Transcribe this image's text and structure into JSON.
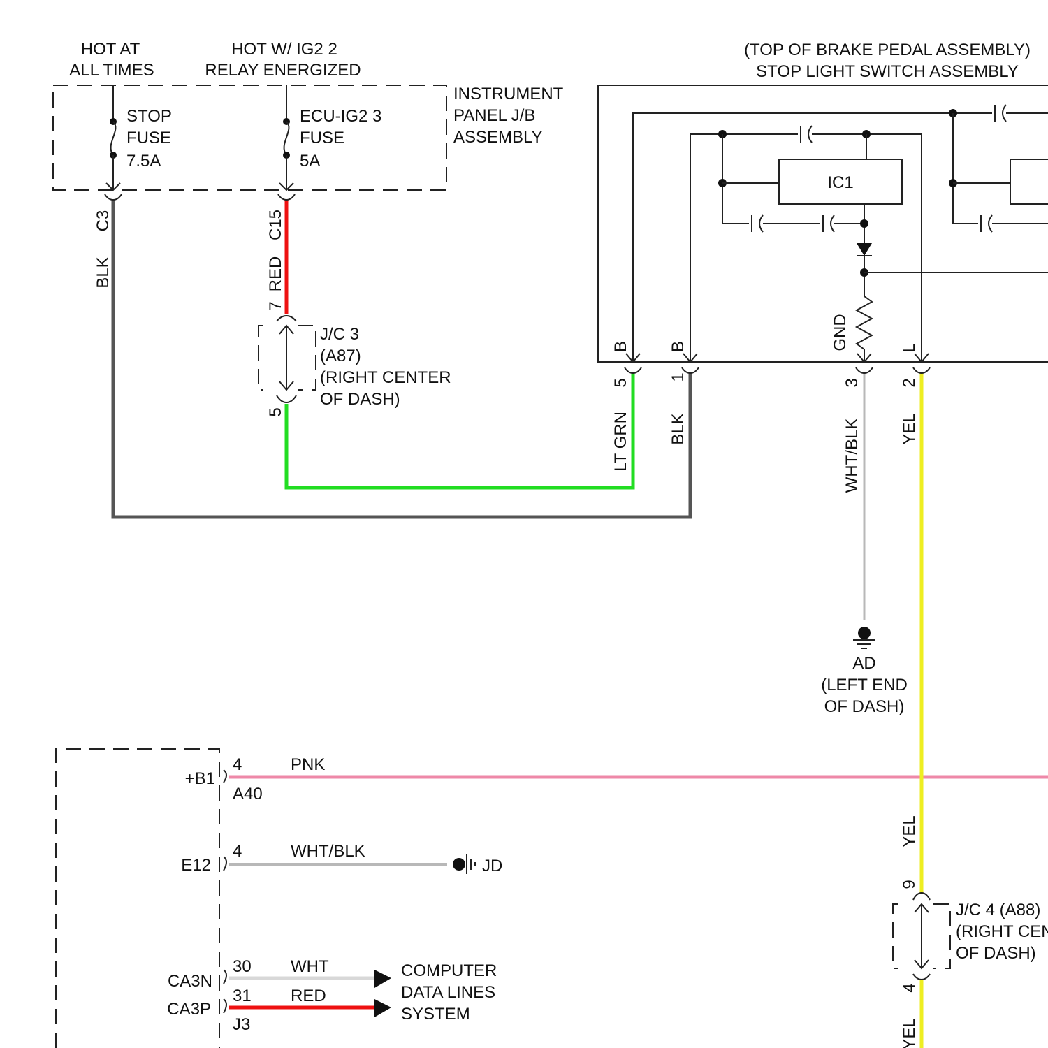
{
  "colors": {
    "blk": "#555555",
    "red": "#ee1111",
    "lt_grn": "#22dd22",
    "wht_blk": "#b8b8b8",
    "yel": "#eeee22",
    "pnk": "#ee88a8",
    "wht": "#d8d8d8"
  },
  "top_labels": {
    "hot_at_all_times_1": "HOT AT",
    "hot_at_all_times_2": "ALL TIMES",
    "hot_ig2_1": "HOT W/ IG2 2",
    "hot_ig2_2": "RELAY ENERGIZED"
  },
  "jb": {
    "name_1": "INSTRUMENT",
    "name_2": "PANEL J/B",
    "name_3": "ASSEMBLY",
    "stop_fuse_1": "STOP",
    "stop_fuse_2": "FUSE",
    "stop_fuse_3": "7.5A",
    "ecu_fuse_1": "ECU-IG2 3",
    "ecu_fuse_2": "FUSE",
    "ecu_fuse_3": "5A"
  },
  "wires_left": {
    "c3": "C3",
    "blk": "BLK",
    "c15": "C15",
    "red": "RED",
    "pin7": "7",
    "pin5": "5"
  },
  "jc3": {
    "l1": "J/C 3",
    "l2": "(A87)",
    "l3": "(RIGHT CENTER",
    "l4": "OF DASH)"
  },
  "switch": {
    "title_1": "(TOP OF BRAKE PEDAL ASSEMBLY)",
    "title_2": "STOP LIGHT SWITCH ASSEMBLY",
    "ic1": "IC1",
    "term_b1": "B",
    "term_b2": "B",
    "term_gnd": "GND",
    "term_l": "L",
    "pin5": "5",
    "pin1": "1",
    "pin3": "3",
    "pin2": "2"
  },
  "switch_wires": {
    "lt_grn": "LT GRN",
    "blk": "BLK",
    "wht_blk": "WHT/BLK",
    "yel": "YEL"
  },
  "ground_ad": {
    "l1": "AD",
    "l2": "(LEFT END",
    "l3": "OF DASH)"
  },
  "ecu": {
    "b1": "+B1",
    "b1_pin": "4",
    "b1_conn": "A40",
    "b1_wire": "PNK",
    "e12": "E12",
    "e12_pin": "4",
    "e12_wire": "WHT/BLK",
    "jd": "JD",
    "ca3n": "CA3N",
    "ca3n_pin": "30",
    "ca3n_wire": "WHT",
    "ca3p": "CA3P",
    "ca3p_pin": "31",
    "ca3p_wire": "RED",
    "j3": "J3"
  },
  "comm": {
    "l1": "COMPUTER",
    "l2": "DATA LINES",
    "l3": "SYSTEM"
  },
  "jc4": {
    "yel_upper": "YEL",
    "pin9": "9",
    "pin4": "4",
    "l1": "J/C 4 (A88)",
    "l2": "(RIGHT CENTER",
    "l3": "OF DASH)",
    "yel_lower": "YEL"
  }
}
